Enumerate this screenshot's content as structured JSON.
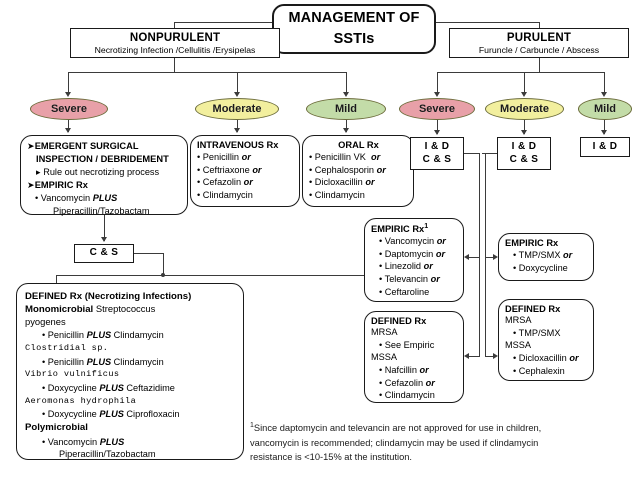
{
  "title": {
    "line1": "MANAGEMENT OF",
    "line2": "SSTIs"
  },
  "colors": {
    "severe": "#e8a0a8",
    "moderate": "#f2ef9e",
    "mild": "#c3dca8",
    "line": "#3b3b3b",
    "border": "#1a1a1a"
  },
  "branches": {
    "nonpurulent": {
      "title": "NONPURULENT",
      "subtitle": "Necrotizing Infection /Cellulitis /Erysipelas"
    },
    "purulent": {
      "title": "PURULENT",
      "subtitle": "Furuncle / Carbuncle / Abscess"
    }
  },
  "severity": {
    "np_severe": "Severe",
    "np_moderate": "Moderate",
    "np_mild": "Mild",
    "p_severe": "Severe",
    "p_moderate": "Moderate",
    "p_mild": "Mild"
  },
  "np_severe_box": {
    "l1": "EMERGENT SURGICAL",
    "l2": "INSPECTION / DEBRIDEMENT",
    "l3": "Rule out necrotizing process",
    "l4": "EMPIRIC Rx",
    "l5": "Vancomycin PLUS",
    "l6": "Piperacillin/Tazobactam"
  },
  "np_moderate_box": {
    "title": "INTRAVENOUS Rx",
    "items": [
      "Penicillin or",
      "Ceftriaxone or",
      "Cefazolin or",
      "Clindamycin"
    ]
  },
  "np_mild_box": {
    "title": "ORAL Rx",
    "items": [
      "Penicillin VK  or",
      "Cephalosporin or",
      "Dicloxacillin or",
      "Clindamycin"
    ]
  },
  "cs_box": {
    "label": "C & S"
  },
  "defined_necrotizing": {
    "title": "DEFINED Rx (Necrotizing Infections)",
    "mono_label": "Monomicrobial",
    "organism1a": "Streptococcus",
    "organism1b": "pyogenes",
    "organism1_rx_pre": "Penicillin ",
    "organism1_rx_plus": "PLUS",
    "organism1_rx_post": " Clindamycin",
    "organism2": "Clostridial sp.",
    "organism2_rx_pre": "Penicillin ",
    "organism2_rx_plus": "PLUS",
    "organism2_rx_post": " Clindamycin",
    "organism3": "Vibrio vulnificus",
    "organism3_rx_pre": "Doxycycline ",
    "organism3_rx_plus": "PLUS",
    "organism3_rx_post": " Ceftazidime",
    "organism4": "Aeromonas hydrophila",
    "organism4_rx_pre": "Doxycycline ",
    "organism4_rx_plus": "PLUS",
    "organism4_rx_post": " Ciprofloxacin",
    "poly_label": "Polymicrobial",
    "poly_rx_pre": "Vancomycin ",
    "poly_rx_plus": "PLUS",
    "poly_rx_line2": "Piperacillin/Tazobactam"
  },
  "purulent_severe_ids": {
    "l1": "I & D",
    "l2": "C & S"
  },
  "purulent_moderate_ids": {
    "l1": "I & D",
    "l2": "C & S"
  },
  "purulent_mild_id": {
    "l1": "I & D"
  },
  "empiric_severe": {
    "title": "EMPIRIC Rx",
    "footnote_marker": "1",
    "items": [
      "Vancomycin or",
      "Daptomycin or",
      "Linezolid or",
      "Televancin or",
      "Ceftaroline"
    ]
  },
  "defined_severe": {
    "title": "DEFINED Rx",
    "group1": "MRSA",
    "group1_items": [
      "See Empiric"
    ],
    "group2": "MSSA",
    "group2_items": [
      "Nafcillin or",
      "Cefazolin or",
      "Clindamycin"
    ]
  },
  "empiric_moderate": {
    "title": "EMPIRIC Rx",
    "items": [
      "TMP/SMX or",
      "Doxycycline"
    ]
  },
  "defined_moderate": {
    "title": "DEFINED Rx",
    "group1": "MRSA",
    "group1_items": [
      "TMP/SMX"
    ],
    "group2": "MSSA",
    "group2_items": [
      "Dicloxacillin or",
      "Cephalexin"
    ]
  },
  "footnote": {
    "marker": "1",
    "line1": "Since daptomycin and televancin are not approved for use in children,",
    "line2": "vancomycin is recommended; clindamycin may be used if clindamycin",
    "line3": "resistance is <10-15% at the institution."
  }
}
